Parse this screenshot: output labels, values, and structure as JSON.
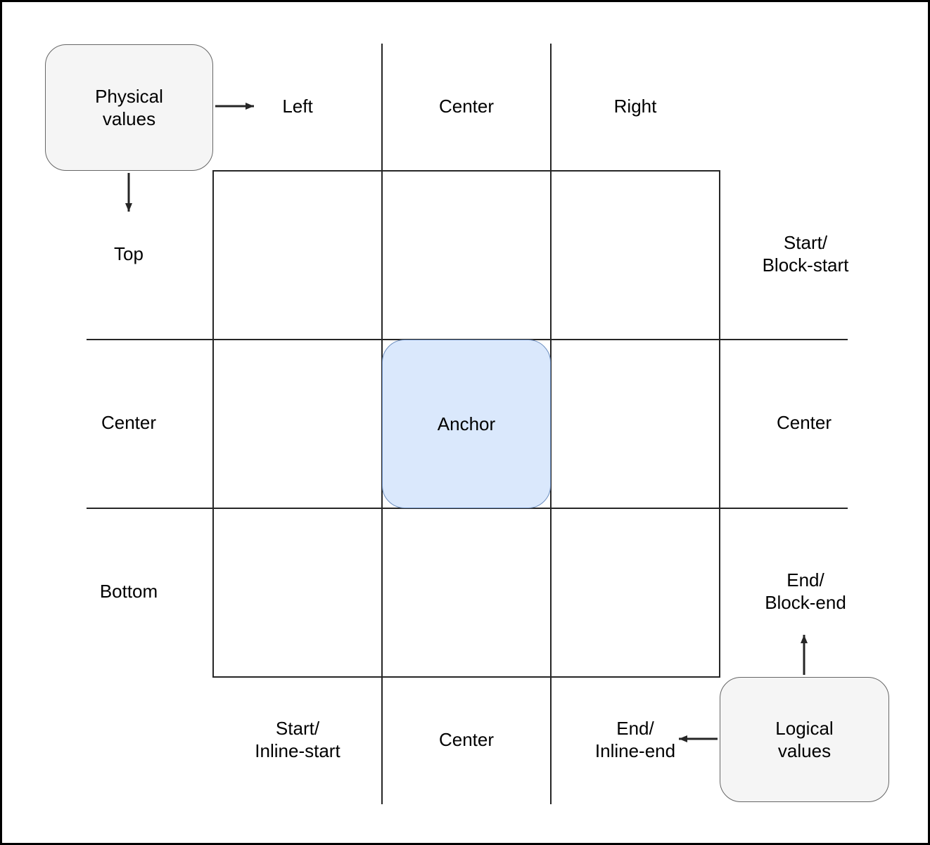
{
  "colors": {
    "anchor_fill": "#DAE8FC",
    "anchor_stroke": "#6C8EBF",
    "legend_fill": "#F5F5F5",
    "legend_stroke": "#666666",
    "line": "#262626",
    "text": "#000000"
  },
  "legend": {
    "physical": "Physical\nvalues",
    "logical": "Logical\nvalues"
  },
  "anchor": {
    "label": "Anchor"
  },
  "labels": {
    "top_row": {
      "left": "Left",
      "center": "Center",
      "right": "Right"
    },
    "left_column": {
      "top": "Top",
      "center": "Center",
      "bottom": "Bottom"
    },
    "right_column": {
      "start_block_start": "Start/\nBlock-start",
      "center": "Center",
      "end_block_end": "End/\nBlock-end"
    },
    "bottom_row": {
      "start_inline_start": "Start/\nInline-start",
      "center": "Center",
      "end_inline_end": "End/\nInline-end"
    }
  }
}
